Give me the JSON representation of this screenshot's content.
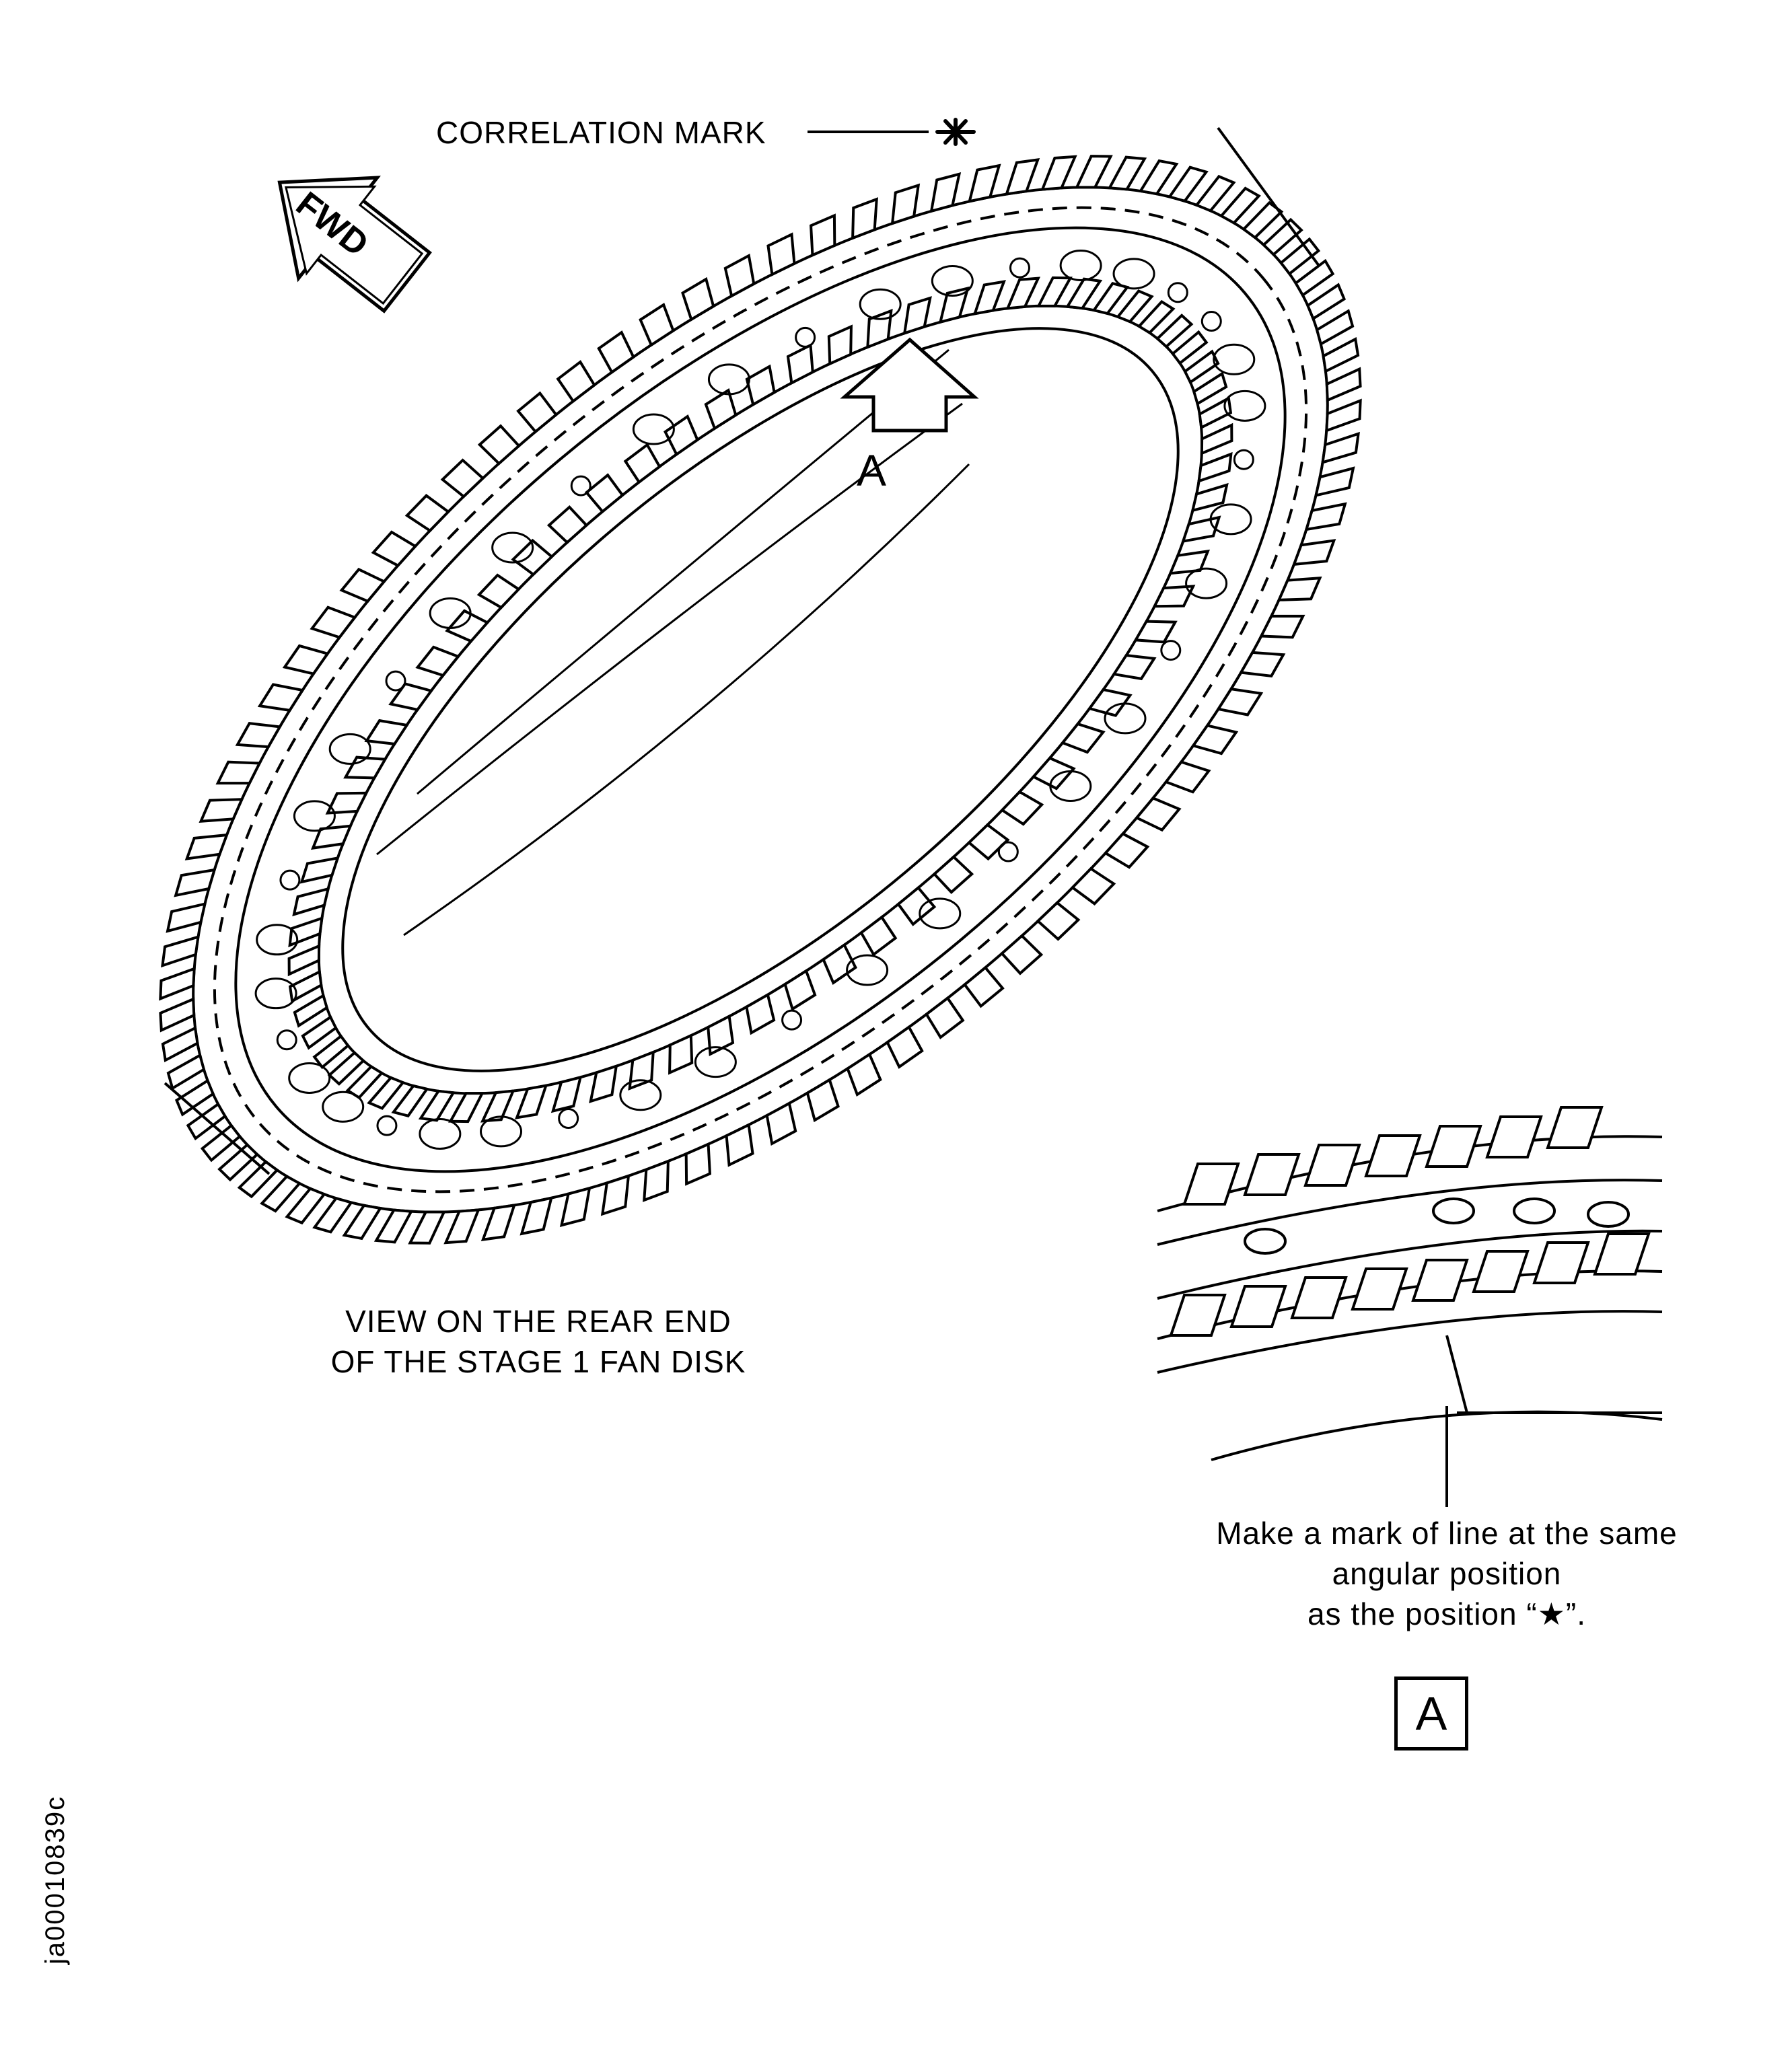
{
  "labels": {
    "correlation_mark": "CORRELATION MARK",
    "fwd": "FWD",
    "view_letter": "A",
    "caption_line1": "VIEW ON THE REAR END",
    "caption_line2": "OF THE STAGE 1 FAN DISK",
    "note_line1": "Make a mark of line at the same",
    "note_line2": "angular position",
    "note_line3": "as the position “★”.",
    "detail_letter": "A",
    "ref_id": "ja00010839c"
  },
  "diagram": {
    "outer_teeth": 88,
    "inner_teeth": 72,
    "ring_tilt_deg": -40
  }
}
